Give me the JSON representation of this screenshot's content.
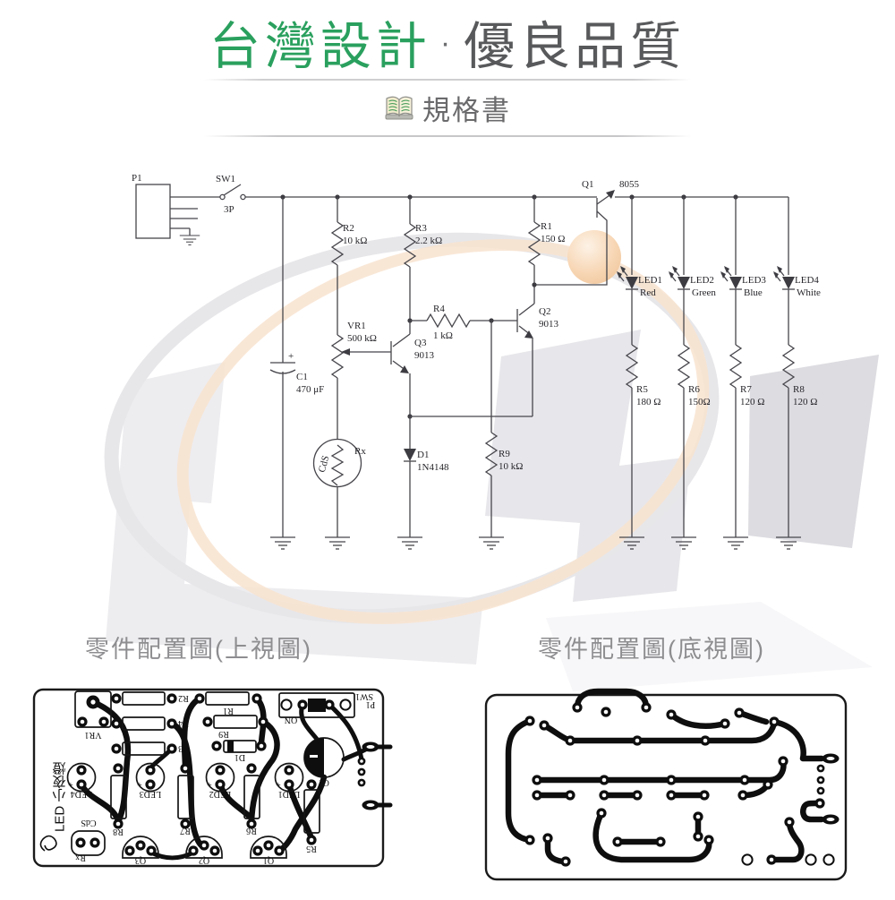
{
  "header": {
    "title_green": "台灣設計",
    "separator": "·",
    "title_gray": "優良品質",
    "subtitle": "規格書",
    "book_icon": "open-book-icon"
  },
  "colors": {
    "brand_green": "#2aa05e",
    "title_gray": "#58595b",
    "caption_gray": "#8e8e91",
    "schematic_ink": "#3c3c42",
    "watermark_gray": "#ececef",
    "watermark_peach": "#f8e3cf",
    "accent_ball": "#f5cfab"
  },
  "schematic": {
    "p1": {
      "ref": "P1"
    },
    "sw1": {
      "ref": "SW1",
      "value": "3P"
    },
    "c1": {
      "ref": "C1",
      "value": "470 μF"
    },
    "r2": {
      "ref": "R2",
      "value": "10 kΩ"
    },
    "vr1": {
      "ref": "VR1",
      "value": "500 kΩ"
    },
    "rx": {
      "ref": "Rx",
      "value": "CdS"
    },
    "r3": {
      "ref": "R3",
      "value": "2.2 kΩ"
    },
    "q3": {
      "ref": "Q3",
      "value": "9013"
    },
    "r4": {
      "ref": "R4",
      "value": "1 kΩ"
    },
    "d1": {
      "ref": "D1",
      "value": "1N4148"
    },
    "r9": {
      "ref": "R9",
      "value": "10 kΩ"
    },
    "q2": {
      "ref": "Q2",
      "value": "9013"
    },
    "r1": {
      "ref": "R1",
      "value": "150 Ω"
    },
    "q1": {
      "ref": "Q1",
      "value": "8055"
    },
    "led1": {
      "ref": "LED1",
      "value": "Red"
    },
    "led2": {
      "ref": "LED2",
      "value": "Green"
    },
    "led3": {
      "ref": "LED3",
      "value": "Blue"
    },
    "led4": {
      "ref": "LED4",
      "value": "White"
    },
    "r5": {
      "ref": "R5",
      "value": "180 Ω"
    },
    "r6": {
      "ref": "R6",
      "value": "150Ω"
    },
    "r7": {
      "ref": "R7",
      "value": "120 Ω"
    },
    "r8": {
      "ref": "R8",
      "value": "120 Ω"
    }
  },
  "captions": {
    "top_view": "零件配置圖(上視圖)",
    "bottom_view": "零件配置圖(底視圖)"
  },
  "pcb_top": {
    "board_name": "LED 小夜燈",
    "labels": {
      "vr1": "VR1",
      "r2": "R2",
      "r4": "R4",
      "r3": "R3",
      "r1": "R1",
      "r9": "R9",
      "d1": "D1",
      "sw1": "SW1",
      "on": "ON",
      "p1": "P1",
      "c1": "C1",
      "led1": "LED1",
      "led2": "LED2",
      "led3": "LED3",
      "led4": "LED4",
      "r5": "R5",
      "r6": "R6",
      "r7": "R7",
      "r8": "R8",
      "q1": "Q1",
      "q2": "Q2",
      "q3": "Q3",
      "rx": "Rx",
      "cds": "CdS"
    }
  }
}
